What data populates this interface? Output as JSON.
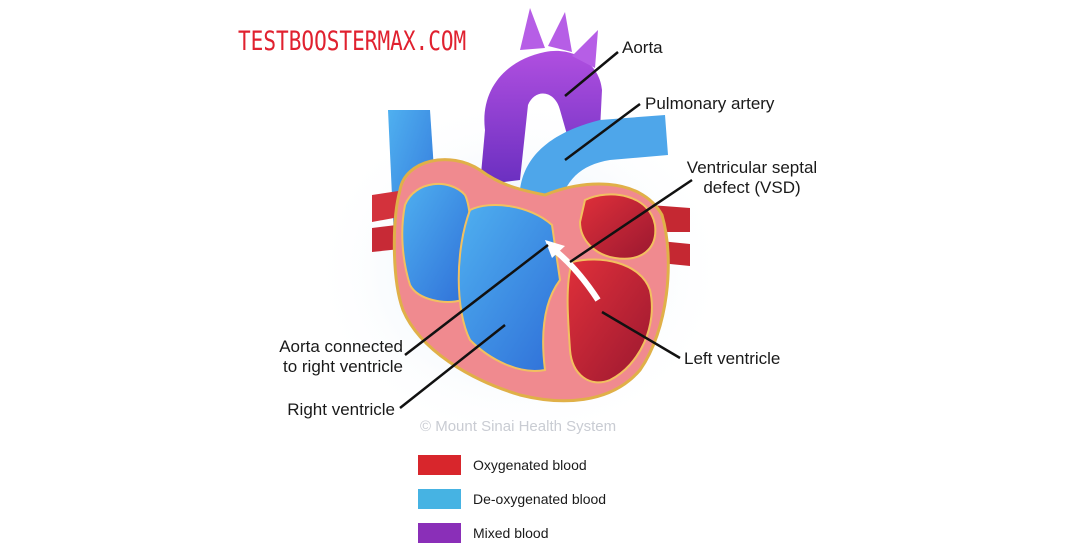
{
  "watermark": "TESTBOOSTERMAX.COM",
  "labels": {
    "aorta": "Aorta",
    "pulmonary_artery": "Pulmonary artery",
    "vsd_line1": "Ventricular septal",
    "vsd_line2": "defect (VSD)",
    "aorta_rv_line1": "Aorta connected",
    "aorta_rv_line2": "to right ventricle",
    "left_ventricle": "Left ventricle",
    "right_ventricle": "Right ventricle"
  },
  "copyright": "© Mount Sinai Health System",
  "legend": [
    {
      "label": "Oxygenated blood",
      "color": "#d8262c"
    },
    {
      "label": "De-oxygenated blood",
      "color": "#46b3e3"
    },
    {
      "label": "Mixed blood",
      "color": "#8a2fb8"
    }
  ],
  "colors": {
    "oxygenated": "#c8202a",
    "deoxygenated": "#3f93e0",
    "mixed": "#8b3fd1",
    "muscle": "#f08a8f"
  }
}
